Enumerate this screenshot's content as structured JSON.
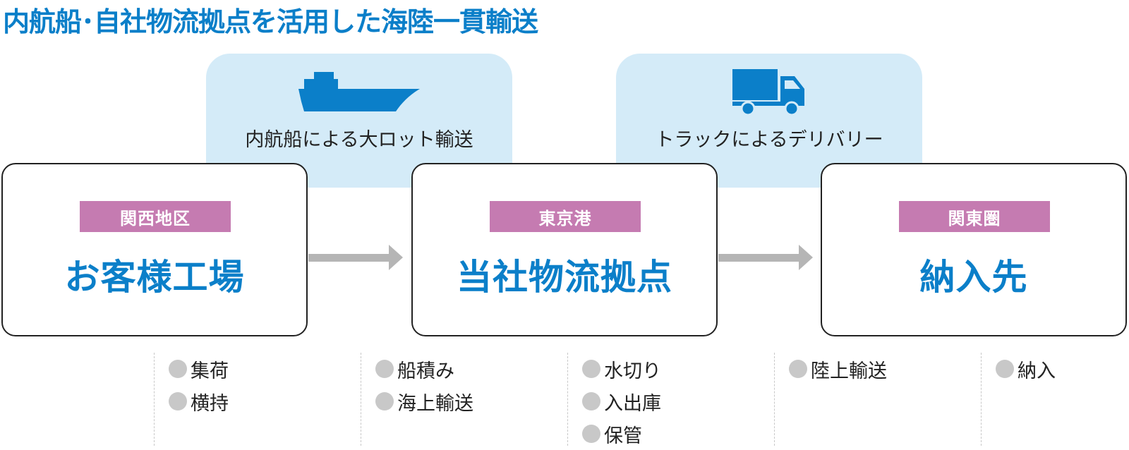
{
  "title": "内航船･自社物流拠点を活用した海陸一貫輸送",
  "colors": {
    "title": "#0b7fc9",
    "panel": "#d4ebf8",
    "badge": "#c57bb1",
    "node_text": "#0b7fc9",
    "arrow": "#b5b5b5",
    "bullet": "#c8c8c8"
  },
  "modes": [
    {
      "icon": "ship-icon",
      "label": "内航船による大ロット輸送"
    },
    {
      "icon": "truck-icon",
      "label": "トラックによるデリバリー"
    }
  ],
  "nodes": [
    {
      "region": "関西地区",
      "name": "お客様工場"
    },
    {
      "region": "東京港",
      "name": "当社物流拠点"
    },
    {
      "region": "関東圏",
      "name": "納入先"
    }
  ],
  "tasks": [
    [
      "集荷",
      "横持"
    ],
    [
      "船積み",
      "海上輸送"
    ],
    [
      "水切り",
      "入出庫",
      "保管"
    ],
    [
      "陸上輸送"
    ],
    [
      "納入"
    ]
  ]
}
